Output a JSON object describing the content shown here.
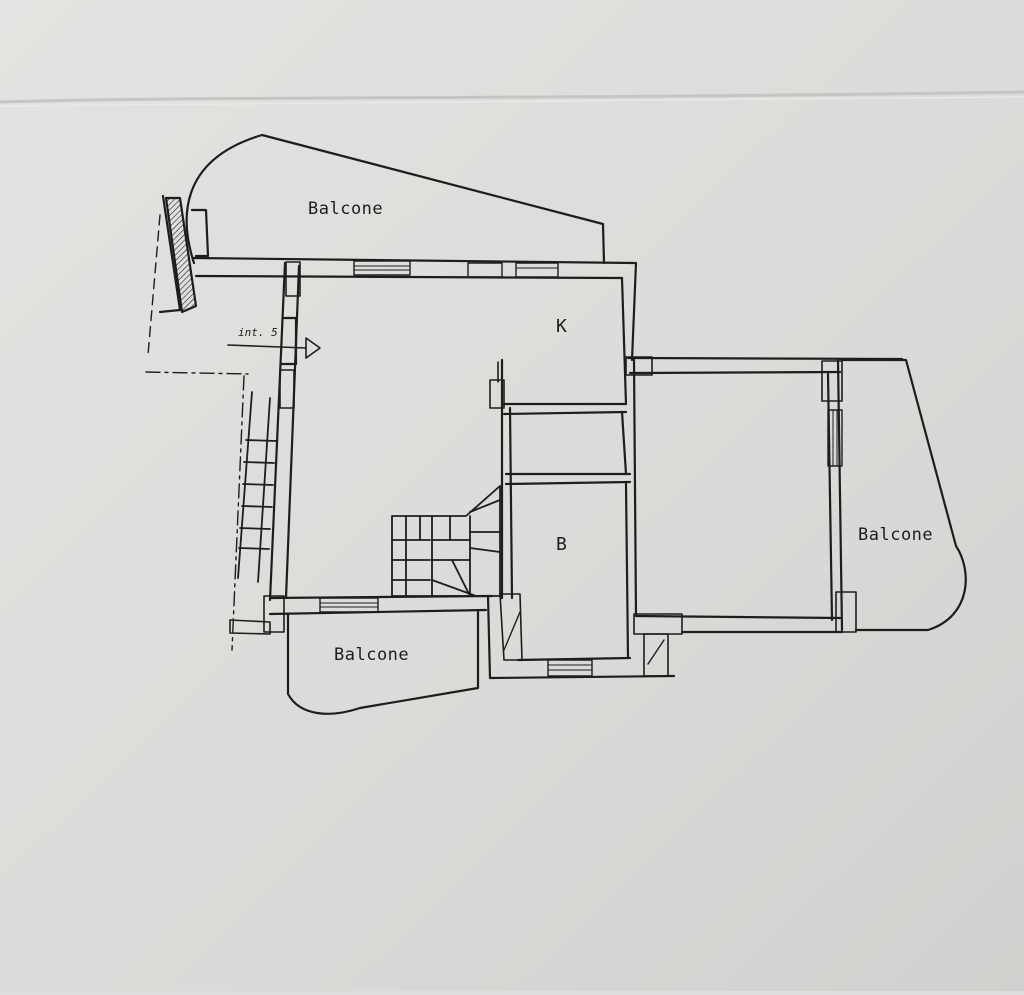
{
  "plan": {
    "labels": {
      "balcony_top": "Balcone",
      "balcony_right": "Balcone",
      "balcony_bottom": "Balcone",
      "kitchen": "K",
      "bathroom": "B",
      "entrance": "int. 5"
    },
    "colors": {
      "paper": "#dcdedb",
      "ink": "#1d1e1c"
    }
  }
}
